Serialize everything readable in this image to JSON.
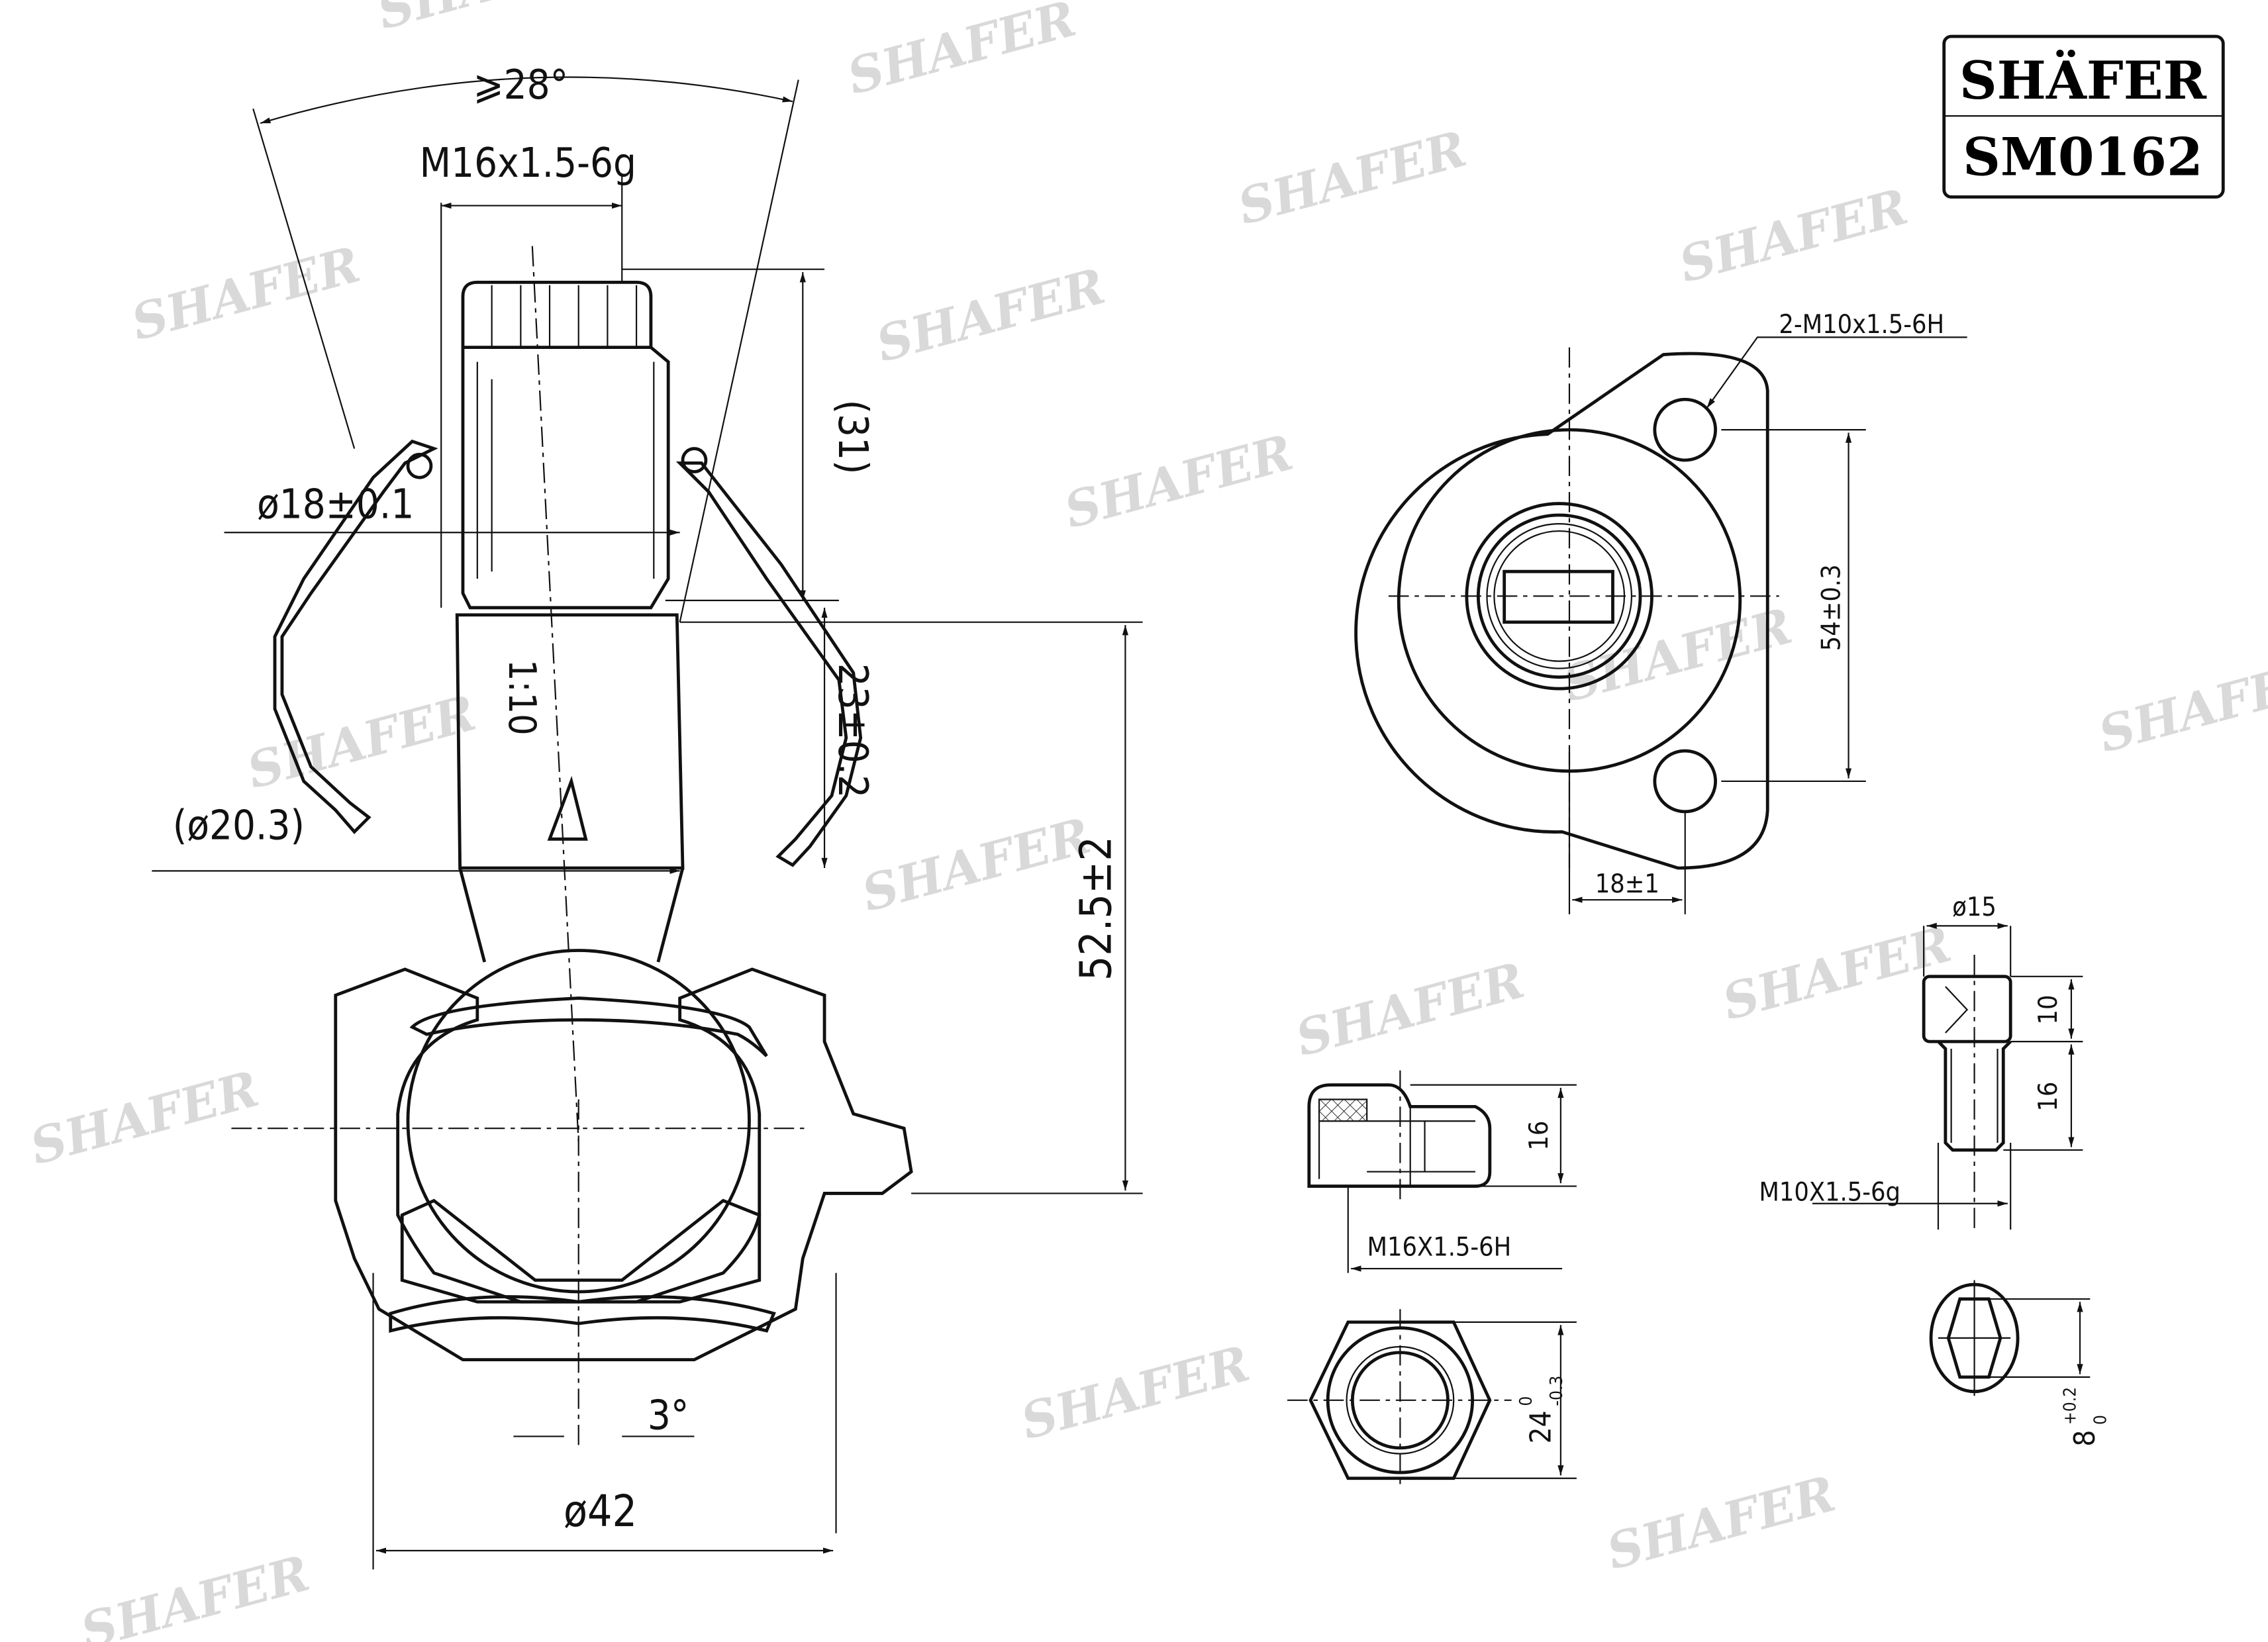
{
  "brand": {
    "name": "SHÄFER",
    "part_number": "SM0162"
  },
  "watermark": "SHAFER",
  "main_view": {
    "angle": "⩾28°",
    "stud_thread": "M16x1.5-6g",
    "stud_diameter": "ø18±0.1",
    "thread_length": "(31)",
    "taper": "1:10",
    "taper_length": "23±0.2",
    "taper_diameter": "(ø20.3)",
    "height": "52.5±2",
    "tilt_angle": "3°",
    "housing_diameter": "ø42"
  },
  "flange_view": {
    "hole_thread": "2-M10x1.5-6H",
    "hole_spacing": "54±0.3",
    "offset": "18±1"
  },
  "bolt_view": {
    "head_diameter": "ø15",
    "head_height": "10",
    "shank_length": "16",
    "thread": "M10X1.5-6g",
    "hex_socket": "8",
    "hex_socket_tol_upper": "+0.2",
    "hex_socket_tol_lower": "0"
  },
  "nut_view": {
    "height": "16",
    "thread": "M16X1.5-6H",
    "across_flats": "24",
    "af_tol_upper": "0",
    "af_tol_lower": "-0.3"
  }
}
